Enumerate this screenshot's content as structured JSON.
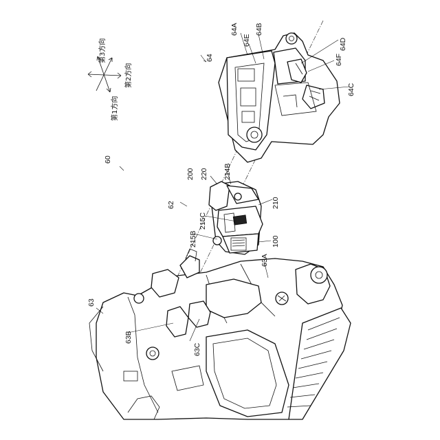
{
  "directions": {
    "first": "第1方向",
    "second": "第2方向",
    "third": "第3方向"
  },
  "labels": {
    "l60": "60",
    "l62": "62",
    "l63": "63",
    "l63A": "63A",
    "l63B": "63B",
    "l63C": "63C",
    "l64": "64",
    "l64A": "64A",
    "l64B": "64B",
    "l64C": "64C",
    "l64D": "64D",
    "l64E": "64E",
    "l64F": "64F",
    "l100": "100",
    "l200": "200",
    "l210": "210",
    "l214B": "214B",
    "l215B": "215B",
    "l215C": "215C",
    "l220": "220"
  }
}
